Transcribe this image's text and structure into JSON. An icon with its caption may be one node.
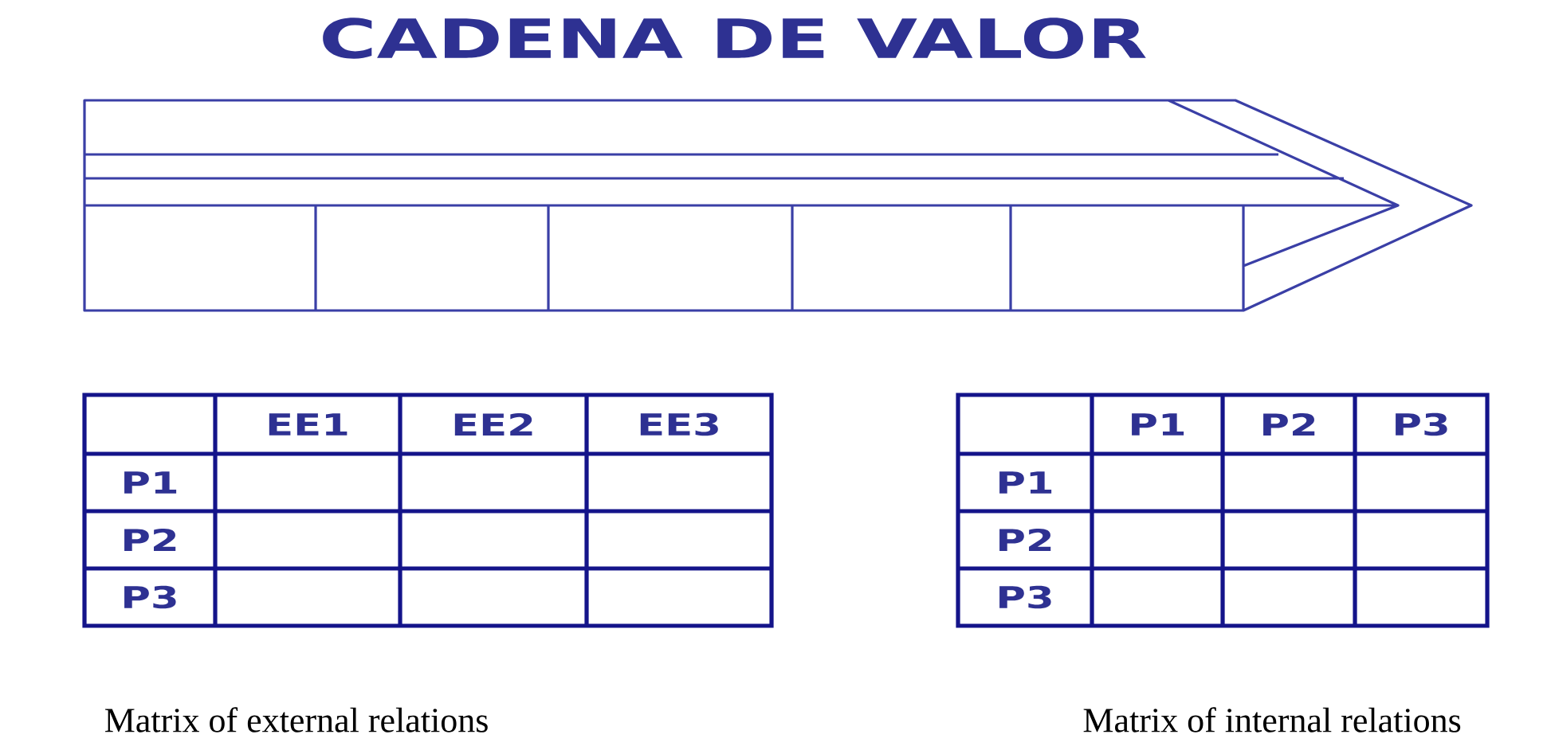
{
  "diagram": {
    "title": "CADENA DE VALOR",
    "labels": [
      "EE1",
      "EE2",
      "EE3",
      "P1",
      "P2",
      "P3",
      "P1",
      "P2",
      "P3",
      "P1",
      "P2",
      "P3",
      "Matrix of external relations",
      "Matrix of internal relations"
    ]
  }
}
